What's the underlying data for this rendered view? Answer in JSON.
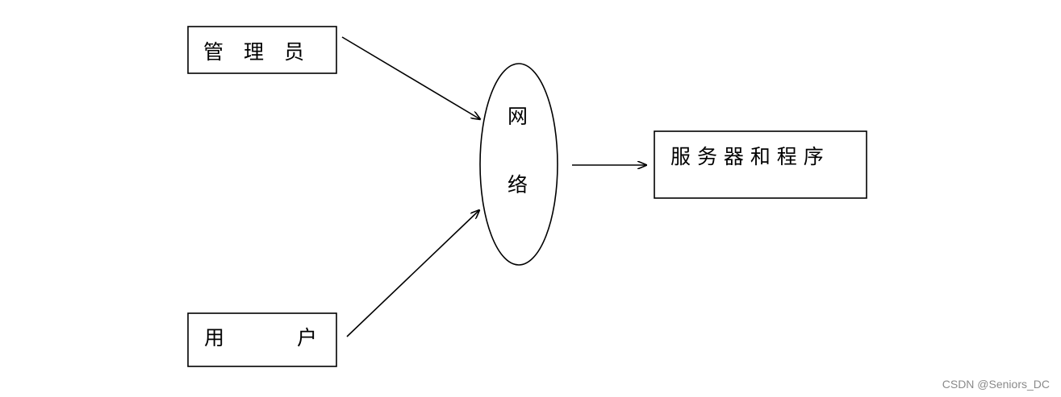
{
  "nodes": {
    "admin": {
      "label": "管　理　员"
    },
    "user": {
      "label_left": "用",
      "label_right": "户"
    },
    "network": {
      "line1": "网",
      "line2": "络"
    },
    "server": {
      "label": "服 务 器 和 程 序"
    }
  },
  "watermark": "CSDN @Seniors_DC",
  "colors": {
    "stroke": "#000000",
    "text": "#000000",
    "background": "#ffffff"
  }
}
